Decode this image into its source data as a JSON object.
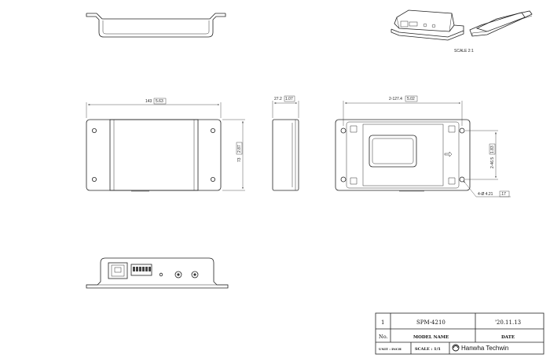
{
  "dimensions": {
    "width": "143",
    "width_in": "5.63",
    "height": "73",
    "height_in": "2.87",
    "depth": "27.2",
    "depth_in": "1.07",
    "hole_pitch_x": "2-127.4",
    "hole_pitch_x_in": "5.02",
    "hole_pitch_y": "2-46.5",
    "hole_pitch_y_in": "1.83",
    "hole_dia": "4-Ø 4.21",
    "hole_dia_in": ".17"
  },
  "perspective": {
    "scale_note": "SCALE 2:1"
  },
  "title_block": {
    "rev": "1",
    "model": "SPM-4210",
    "date": "'20.11.13",
    "no_label": "No.",
    "model_name_label": "MODEL NAME",
    "date_label": "DATE",
    "unit_label": "UNIT : INCH",
    "scale_label": "SCALE : 1/1",
    "brand": "Hanwha Techwin"
  },
  "icons": {
    "brand_logo": "hanwha-logo-icon"
  }
}
